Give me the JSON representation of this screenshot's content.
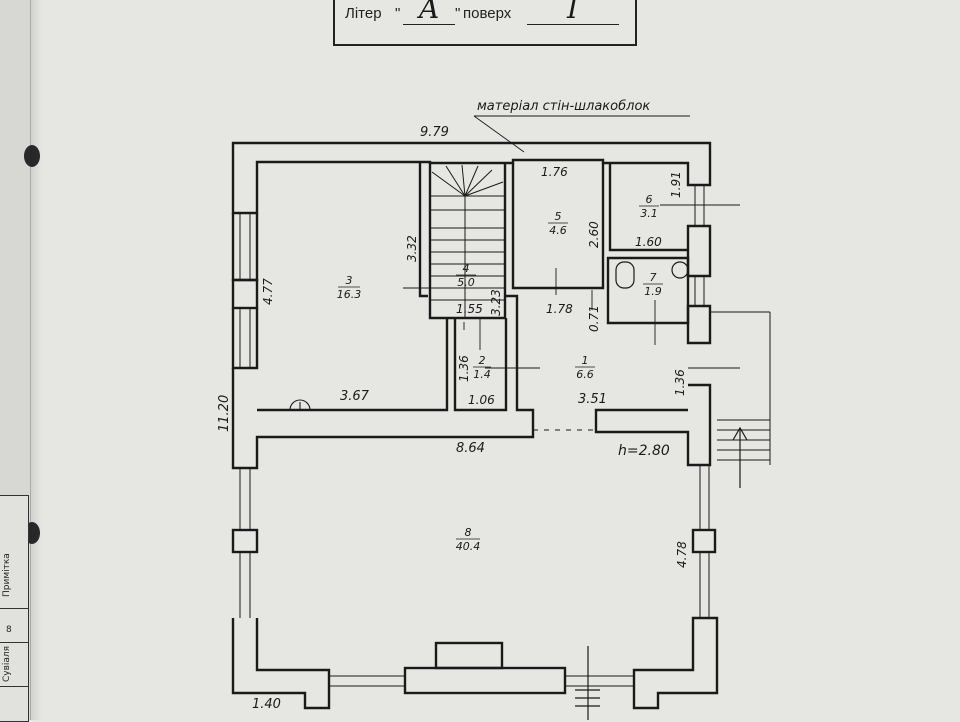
{
  "header": {
    "liter_label": "Літер",
    "liter_value": "A",
    "floor_label": "поверх",
    "floor_value": "I"
  },
  "annotations": {
    "wall_material": "матеріал стін-шлакоблок",
    "ceiling_height": "h=2.80"
  },
  "dimensions": {
    "total_width": "9.79",
    "total_height": "11.20",
    "left_upper": "4.77",
    "right_lower": "4.78",
    "room3_width": "3.67",
    "room3_height": "3.32",
    "room4_height": "3.23",
    "room4_width": "1.55",
    "room2_height": "1.36",
    "room2_width": "1.06",
    "room5_width": "1.76",
    "room5_height": "2.60",
    "room5_lower_width": "1.78",
    "room6_height": "1.91",
    "room6_width": "1.60",
    "room7_height": "0.71",
    "room1_width": "3.51",
    "room1_height": "1.36",
    "room8_width": "8.64",
    "bottom_left": "1.40"
  },
  "rooms": [
    {
      "number": "3",
      "area": "16.3"
    },
    {
      "number": "4",
      "area": "5.0"
    },
    {
      "number": "2",
      "area": "1.4"
    },
    {
      "number": "5",
      "area": "4.6"
    },
    {
      "number": "6",
      "area": "3.1"
    },
    {
      "number": "7",
      "area": "1.9"
    },
    {
      "number": "1",
      "area": "6.6"
    },
    {
      "number": "8",
      "area": "40.4"
    }
  ],
  "side_table": {
    "note_header": "Примітка",
    "row_number": "8",
    "row_text": "Сувіаля"
  }
}
